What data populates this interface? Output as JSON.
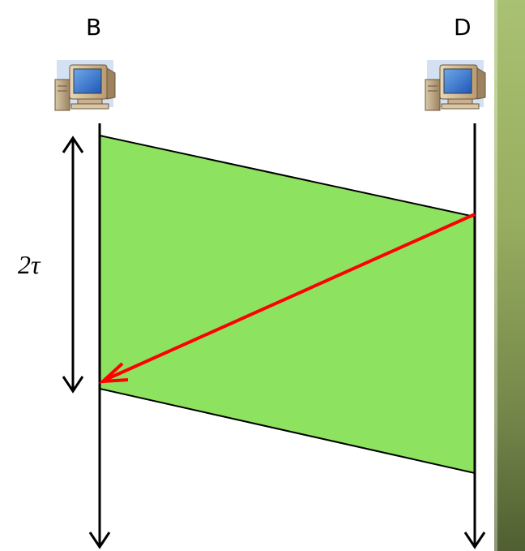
{
  "nodes": {
    "left_label": "B",
    "right_label": "D"
  },
  "annotation": {
    "duration_label": "2τ"
  },
  "colors": {
    "frame_fill": "#8de25f",
    "signal_arrow": "#ff0000",
    "timeline": "#000000",
    "side_bar": "#97ad5f"
  },
  "icons": {
    "left_node": "desktop-computer-icon",
    "right_node": "desktop-computer-icon"
  }
}
